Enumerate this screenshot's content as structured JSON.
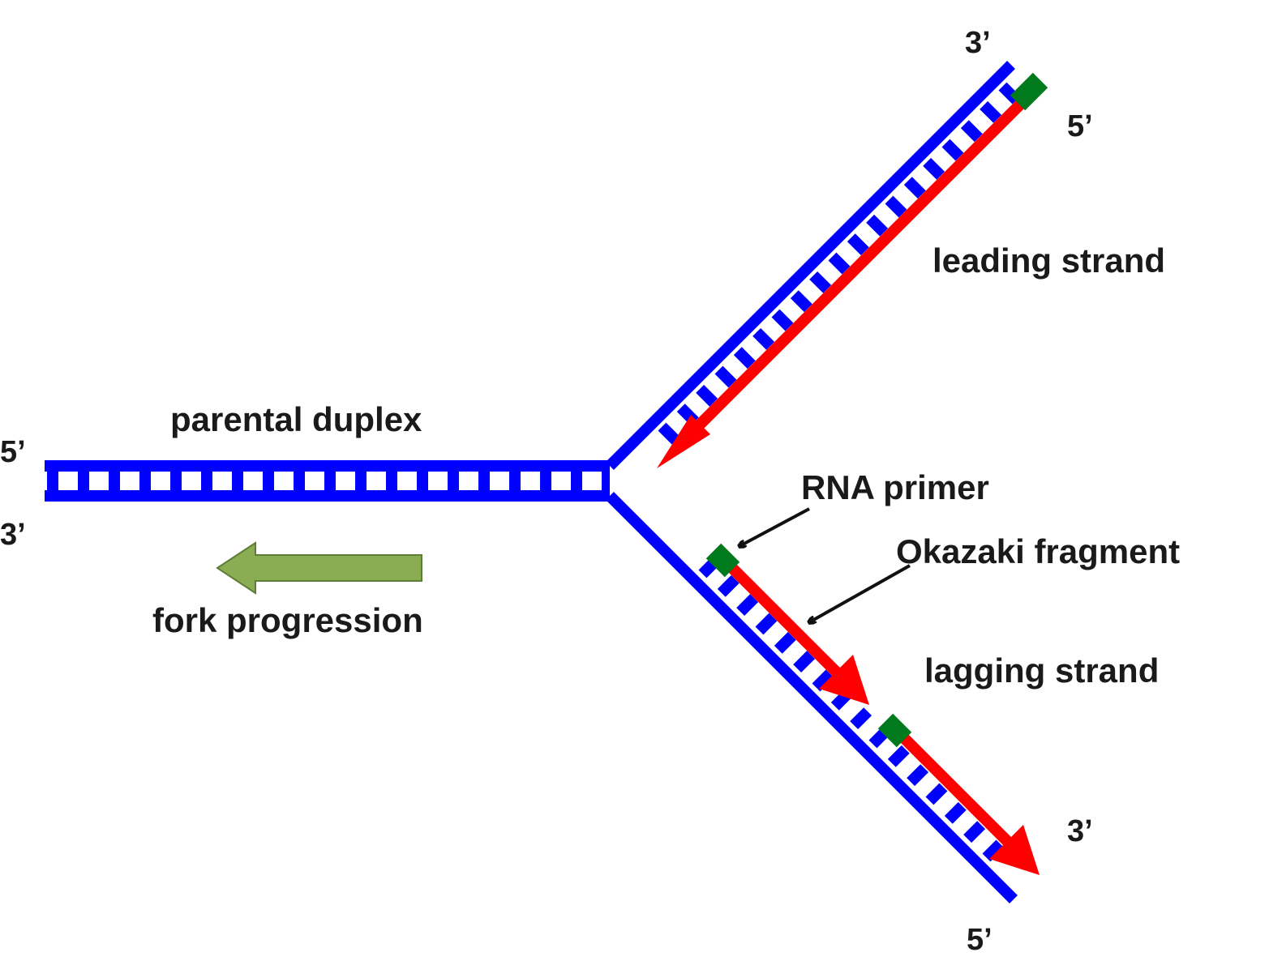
{
  "diagram": {
    "labels": {
      "parental_duplex": "parental duplex",
      "fork_progression": "fork progression",
      "leading_strand": "leading strand",
      "lagging_strand": "lagging strand",
      "rna_primer": "RNA primer",
      "okazaki_fragment": "Okazaki fragment"
    },
    "ends": {
      "duplex_top_left": "5’",
      "duplex_bottom_left": "3’",
      "leading_parent_end": "3’",
      "leading_new_end": "5’",
      "lagging_new_end": "3’",
      "lagging_parent_end": "5’"
    },
    "colors": {
      "parental_strand": "#0000ff",
      "new_strand": "#ff0000",
      "rna_primer": "#007a1c",
      "fork_arrow": "#8aad54",
      "fork_arrow_border": "#5e7d36",
      "pointer": "#111111",
      "text": "#1a1a1a"
    }
  }
}
